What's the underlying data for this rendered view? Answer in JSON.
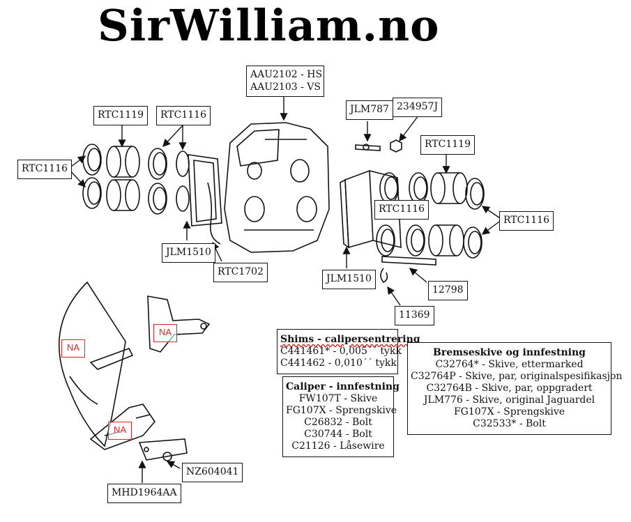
{
  "brand": "SirWilliam.no",
  "labels": {
    "caliper": [
      "AAU2102 - HS",
      "AAU2103 - VS"
    ],
    "rtc1119_top": "RTC1119",
    "rtc1116_top": "RTC1116",
    "rtc1116_left": "RTC1116",
    "jlm787": "JLM787",
    "p234957j": "234957J",
    "rtc1119_right": "RTC1119",
    "rtc1116_mid": "RTC1116",
    "rtc1116_right": "RTC1116",
    "jlm1510_left": "JLM1510",
    "rtc1702": "RTC1702",
    "jlm1510_mid": "JLM1510",
    "p12798": "12798",
    "p11369": "11369",
    "nz604041": "NZ604041",
    "mhd1964aa": "MHD1964AA"
  },
  "na": [
    "NA",
    "NA",
    "NA"
  ],
  "shims": {
    "title": "Shims - calipersentrering",
    "lines": [
      "C441461* - 0,005´´ tykk",
      "C441462 - 0,010´´ tykk"
    ]
  },
  "caliper_fastening": {
    "title": "Caliper - innfestning",
    "lines": [
      "FW107T - Skive",
      "FG107X - Sprengskive",
      "C26832 - Bolt",
      "C30744 - Bolt",
      "C21126 - Låsewire"
    ]
  },
  "disc_fastening": {
    "title": "Bremseskive og innfestning",
    "lines": [
      "C32764* - Skive, ettermarked",
      "C32764P - Skive, par, originalspesifikasjon",
      "C32764B - Skive, par, oppgradert",
      "JLM776 - Skive, original Jaguardel",
      "FG107X - Sprengskive",
      "C32533* - Bolt"
    ]
  }
}
